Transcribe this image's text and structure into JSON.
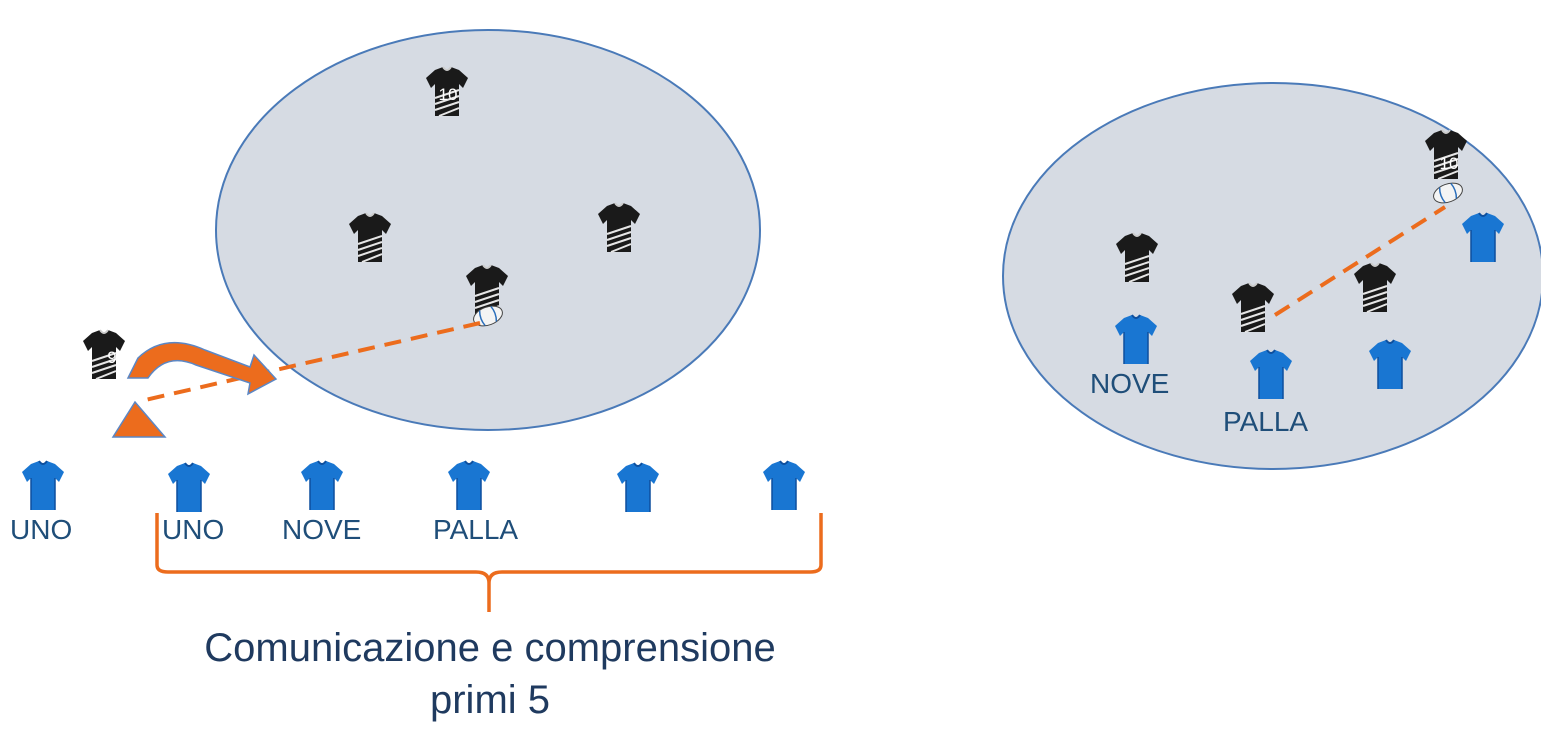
{
  "scene_left": {
    "calls": [
      "UNO",
      "UNO",
      "NOVE",
      "PALLA"
    ],
    "jersey_numbers": [
      "9",
      "10"
    ]
  },
  "scene_right": {
    "calls": [
      "NOVE",
      "PALLA"
    ],
    "jersey_numbers": [
      "10"
    ]
  },
  "caption": {
    "line1": "Comunicazione e comprensione",
    "line2": "primi 5"
  },
  "colors": {
    "area_fill": "#d6dbe3",
    "area_stroke": "#4a7ab8",
    "attack_jersey": "#1a1a1a",
    "defense_jersey": "#1976d2",
    "arrow": "#ec6c1d",
    "text": "#1f4e79"
  }
}
